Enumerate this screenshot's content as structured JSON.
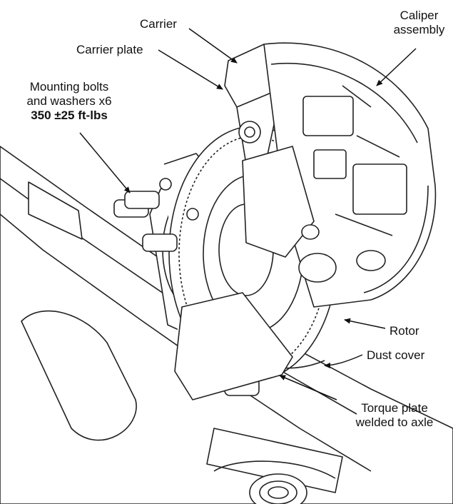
{
  "labels": {
    "carrier": "Carrier",
    "carrier_plate": "Carrier plate",
    "caliper_line1": "Caliper",
    "caliper_line2": "assembly",
    "bolts_line1": "Mounting bolts",
    "bolts_line2": "and washers x6",
    "bolts_torque": "350 ±25 ft-lbs",
    "rotor": "Rotor",
    "dust_cover": "Dust cover",
    "torque_line1": "Torque plate",
    "torque_line2": "welded to axle"
  }
}
